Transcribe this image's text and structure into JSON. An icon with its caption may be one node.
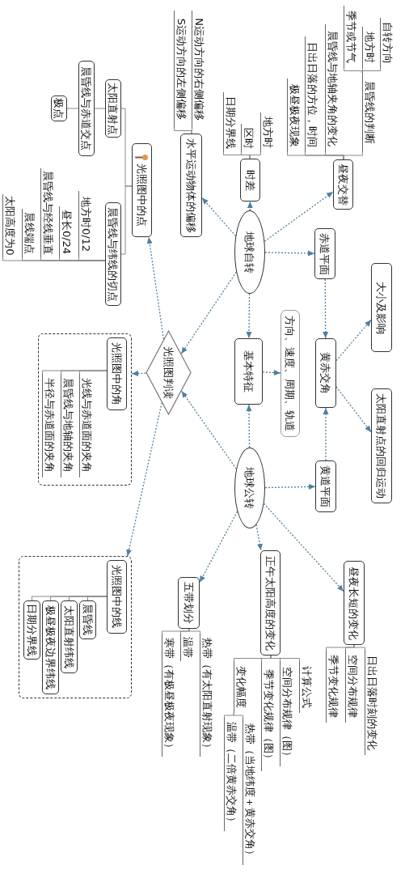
{
  "diagram": {
    "nodes": [
      {
        "text": [
          "地球自转"
        ]
      },
      {
        "text": [
          "时差"
        ]
      },
      {
        "text": [
          "地方时"
        ]
      },
      {
        "text": [
          "区时"
        ]
      },
      {
        "text": [
          "日期分界线"
        ]
      },
      {
        "text": [
          "昼夜交替"
        ]
      },
      {
        "text": [
          "晨昏线的判断"
        ]
      },
      {
        "text": [
          "自转方向"
        ]
      },
      {
        "text": [
          "地方时"
        ]
      },
      {
        "text": [
          "季节或节气"
        ]
      },
      {
        "text": [
          "晨昏线与地轴夹角的变化"
        ]
      },
      {
        "text": [
          "日出日落的方位，时间"
        ]
      },
      {
        "text": [
          "极昼极夜现象"
        ]
      },
      {
        "text": [
          "水平运动物体的偏移"
        ]
      },
      {
        "text": [
          "N运动方向的右侧偏移"
        ]
      },
      {
        "text": [
          "S运动方向的左侧偏移"
        ]
      },
      {
        "text": [
          "赤道平面"
        ]
      },
      {
        "text": [
          "基本特征"
        ]
      },
      {
        "text": [
          "方向、速度、周期、轨道"
        ]
      },
      {
        "text": [
          "黄赤交角"
        ]
      },
      {
        "text": [
          "大小及影响"
        ]
      },
      {
        "text": [
          "太阳直射点的回归运动"
        ]
      },
      {
        "text": [
          "地球公转"
        ]
      },
      {
        "text": [
          "黄道平面"
        ]
      },
      {
        "text": [
          "昼夜长短的变化"
        ]
      },
      {
        "text": [
          "日出日落时刻的变化"
        ]
      },
      {
        "text": [
          "空间分布规律"
        ]
      },
      {
        "text": [
          "季节变化规律"
        ]
      },
      {
        "text": [
          "正午太阳高度的变化"
        ]
      },
      {
        "text": [
          "计算公式"
        ]
      },
      {
        "text": [
          "空间分布规律（图）"
        ]
      },
      {
        "text": [
          "季节变化规律（图）"
        ]
      },
      {
        "text": [
          "变化幅度"
        ]
      },
      {
        "text": [
          "热带（当地纬度＋黄赤交角）"
        ]
      },
      {
        "text": [
          "温带（二倍黄赤交角）"
        ]
      },
      {
        "text": [
          "五带划分"
        ]
      },
      {
        "text": [
          "热带（有太阳直射现象）"
        ]
      },
      {
        "text": [
          "温带"
        ]
      },
      {
        "text": [
          "寒带（有极昼极夜现象）"
        ]
      },
      {
        "text": [
          "光照图判读"
        ]
      },
      {
        "text": [
          "光照图中的点"
        ]
      },
      {
        "text": [
          "太阳直射点"
        ]
      },
      {
        "text": [
          "晨昏线与赤道交点"
        ]
      },
      {
        "text": [
          "极点"
        ]
      },
      {
        "text": [
          "晨昏线与纬线的切点"
        ]
      },
      {
        "text": [
          "地方时0/12"
        ]
      },
      {
        "text": [
          "昼长0/24"
        ]
      },
      {
        "text": [
          "晨昏线与经线垂直"
        ]
      },
      {
        "text": [
          "晨线端点"
        ]
      },
      {
        "text": [
          "太阳高度为0"
        ]
      },
      {
        "text": [],
        "shape": "box"
      },
      {
        "text": [
          "光照图中的角"
        ],
        "in": 50
      },
      {
        "text": [
          "光线与赤道面的夹角"
        ],
        "in": 50
      },
      {
        "text": [
          "晨昏线与地轴的夹角"
        ],
        "in": 50
      },
      {
        "text": [
          "半径与赤道面的夹角"
        ],
        "in": 50
      },
      {
        "text": [],
        "shape": "box"
      },
      {
        "text": [
          "光照图中的线"
        ],
        "in": 55
      },
      {
        "text": [
          "晨昏线"
        ],
        "in": 55
      },
      {
        "text": [
          "太阳直射纬线"
        ],
        "in": 55
      },
      {
        "text": [
          "极昼极夜边界纬线"
        ],
        "in": 55
      },
      {
        "text": [
          "日期分界线"
        ],
        "in": 55
      }
    ],
    "edges": [
      {
        "from": 0,
        "to": 1,
        "arrow": "to",
        "style": "dashed",
        "color": "#4f7fa0"
      },
      {
        "from": 0,
        "to": 5,
        "arrow": "to",
        "style": "dashed",
        "color": "#4f7fa0"
      },
      {
        "from": 0,
        "to": 13,
        "arrow": "to",
        "style": "dashed",
        "color": "#4f7fa0"
      },
      {
        "from": 0,
        "to": 16,
        "arrow": "to",
        "style": "dashed",
        "color": "#4f7fa0"
      },
      {
        "from": 0,
        "to": 17,
        "arrow": "to",
        "style": "dashed",
        "color": "#4f7fa0"
      },
      {
        "from": 0,
        "to": 39,
        "arrow": "to",
        "style": "dashed",
        "color": "#4f7fa0"
      },
      {
        "from": 1,
        "to": 2,
        "arrow": "none"
      },
      {
        "from": 1,
        "to": 3,
        "arrow": "none"
      },
      {
        "from": 1,
        "to": 4,
        "arrow": "none"
      },
      {
        "from": 5,
        "to": 6,
        "arrow": "none"
      },
      {
        "from": 5,
        "to": 10,
        "arrow": "none"
      },
      {
        "from": 5,
        "to": 11,
        "arrow": "none"
      },
      {
        "from": 5,
        "to": 12,
        "arrow": "none"
      },
      {
        "from": 6,
        "to": 7,
        "arrow": "none"
      },
      {
        "from": 6,
        "to": 8,
        "arrow": "none"
      },
      {
        "from": 6,
        "to": 9,
        "arrow": "none"
      },
      {
        "from": 13,
        "to": 14,
        "arrow": "none"
      },
      {
        "from": 13,
        "to": 15,
        "arrow": "none"
      },
      {
        "from": 16,
        "to": 19,
        "arrow": "to",
        "style": "dashed",
        "color": "#4f7fa0"
      },
      {
        "from": 17,
        "to": 18,
        "arrow": "to",
        "style": "dashed",
        "color": "#4f7fa0"
      },
      {
        "from": 19,
        "to": 20,
        "arrow": "to",
        "style": "dashed",
        "color": "#4f7fa0"
      },
      {
        "from": 19,
        "to": 21,
        "arrow": "to",
        "style": "dashed",
        "color": "#4f7fa0"
      },
      {
        "from": 22,
        "to": 17,
        "arrow": "to",
        "style": "dashed",
        "color": "#4f7fa0"
      },
      {
        "from": 22,
        "to": 23,
        "arrow": "to",
        "style": "dashed",
        "color": "#4f7fa0"
      },
      {
        "from": 22,
        "to": 24,
        "arrow": "to",
        "style": "dashed",
        "color": "#4f7fa0"
      },
      {
        "from": 22,
        "to": 28,
        "arrow": "to",
        "style": "dashed",
        "color": "#4f7fa0"
      },
      {
        "from": 22,
        "to": 35,
        "arrow": "to",
        "style": "dashed",
        "color": "#4f7fa0"
      },
      {
        "from": 22,
        "to": 39,
        "arrow": "to",
        "style": "dashed",
        "color": "#4f7fa0"
      },
      {
        "from": 23,
        "to": 19,
        "arrow": "to",
        "style": "dashed",
        "color": "#4f7fa0"
      },
      {
        "from": 24,
        "to": 25,
        "arrow": "none"
      },
      {
        "from": 24,
        "to": 26,
        "arrow": "none"
      },
      {
        "from": 24,
        "to": 27,
        "arrow": "none"
      },
      {
        "from": 28,
        "to": 29,
        "arrow": "none"
      },
      {
        "from": 28,
        "to": 30,
        "arrow": "none"
      },
      {
        "from": 28,
        "to": 31,
        "arrow": "none"
      },
      {
        "from": 28,
        "to": 32,
        "arrow": "none"
      },
      {
        "from": 32,
        "to": 33,
        "arrow": "none"
      },
      {
        "from": 32,
        "to": 34,
        "arrow": "none"
      },
      {
        "from": 35,
        "to": 36,
        "arrow": "none"
      },
      {
        "from": 35,
        "to": 37,
        "arrow": "none"
      },
      {
        "from": 35,
        "to": 38,
        "arrow": "none"
      },
      {
        "from": 39,
        "to": 40,
        "arrow": "to",
        "style": "dashed",
        "color": "#4f7fa0"
      },
      {
        "from": 39,
        "to": 50,
        "arrow": "to",
        "style": "dashed",
        "color": "#4f7fa0"
      },
      {
        "from": 39,
        "to": 55,
        "arrow": "to",
        "style": "dashed",
        "color": "#4f7fa0"
      },
      {
        "from": 40,
        "to": 41,
        "arrow": "none"
      },
      {
        "from": 40,
        "to": 44,
        "arrow": "none"
      },
      {
        "from": 41,
        "to": 42,
        "arrow": "none"
      },
      {
        "from": 42,
        "to": 43,
        "arrow": "none"
      },
      {
        "from": 44,
        "to": 45,
        "arrow": "none"
      },
      {
        "from": 44,
        "to": 46,
        "arrow": "none"
      },
      {
        "from": 44,
        "to": 47,
        "arrow": "none"
      },
      {
        "from": 44,
        "to": 48,
        "arrow": "none"
      },
      {
        "from": 44,
        "to": 49,
        "arrow": "none"
      },
      {
        "from": 51,
        "to": 52,
        "arrow": "none"
      },
      {
        "from": 51,
        "to": 53,
        "arrow": "none"
      },
      {
        "from": 51,
        "to": 54,
        "arrow": "none"
      },
      {
        "from": 56,
        "to": 57,
        "arrow": "none"
      },
      {
        "from": 56,
        "to": 58,
        "arrow": "none"
      },
      {
        "from": 56,
        "to": 59,
        "arrow": "none"
      },
      {
        "from": 56,
        "to": 60,
        "arrow": "none"
      }
    ]
  }
}
